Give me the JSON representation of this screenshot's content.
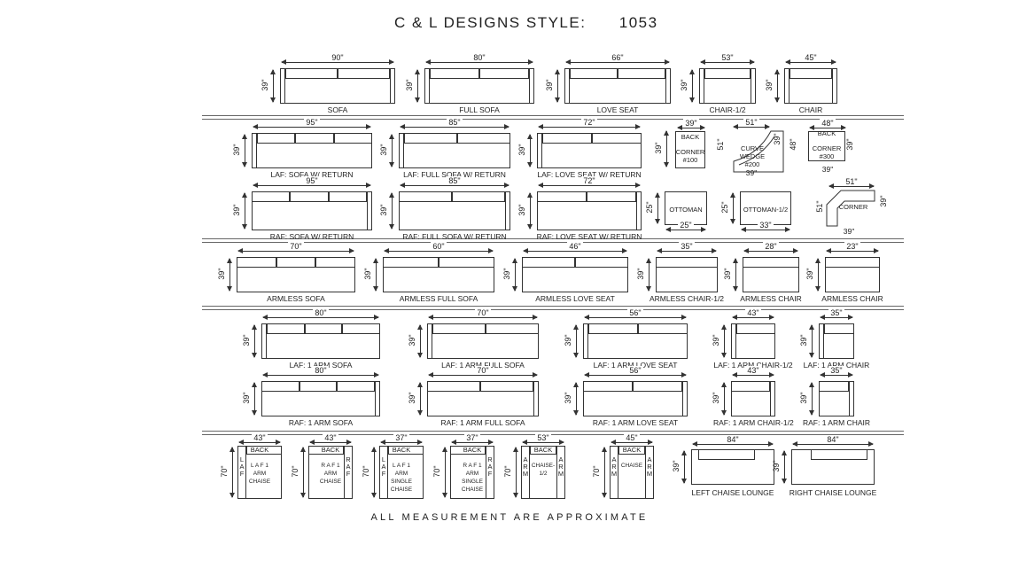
{
  "title": "C & L DESIGNS STYLE:      1053",
  "footer": "ALL MEASUREMENT ARE APPROXIMATE",
  "height_label": "39\"",
  "chaise_height_label": "70\"",
  "rows": [
    [
      {
        "name": "SOFA",
        "width": "90\"",
        "kind": "sofa2",
        "arms": "both"
      },
      {
        "name": "FULL SOFA",
        "width": "80\"",
        "kind": "sofa2",
        "arms": "both"
      },
      {
        "name": "LOVE SEAT",
        "width": "66\"",
        "kind": "sofa2",
        "arms": "both"
      },
      {
        "name": "CHAIR-1/2",
        "width": "53\"",
        "kind": "chair",
        "arms": "both"
      },
      {
        "name": "CHAIR",
        "width": "45\"",
        "kind": "chair",
        "arms": "both"
      }
    ],
    [
      {
        "name": "LAF: SOFA W/ RETURN",
        "width": "95\"",
        "kind": "sofa3",
        "arms": "left"
      },
      {
        "name": "LAF: FULL SOFA W/ RETURN",
        "width": "85\"",
        "kind": "sofa2",
        "arms": "left"
      },
      {
        "name": "LAF: LOVE SEAT W/ RETURN",
        "width": "72\"",
        "kind": "sofa2",
        "arms": "left"
      }
    ],
    [
      {
        "name": "RAF: SOFA W/ RETURN",
        "width": "95\"",
        "kind": "sofa3",
        "arms": "right"
      },
      {
        "name": "RAF: FULL SOFA W/ RETURN",
        "width": "85\"",
        "kind": "sofa2",
        "arms": "right"
      },
      {
        "name": "RAF: LOVE SEAT W/ RETURN",
        "width": "72\"",
        "kind": "sofa2",
        "arms": "right"
      }
    ],
    [
      {
        "name": "ARMLESS SOFA",
        "width": "70\"",
        "kind": "sofa3",
        "arms": "none"
      },
      {
        "name": "ARMLESS FULL SOFA",
        "width": "60\"",
        "kind": "sofa2",
        "arms": "none"
      },
      {
        "name": "ARMLESS LOVE SEAT",
        "width": "46\"",
        "kind": "sofa2",
        "arms": "none"
      },
      {
        "name": "ARMLESS CHAIR-1/2",
        "width": "35\"",
        "kind": "chair",
        "arms": "none"
      },
      {
        "name": "ARMLESS CHAIR",
        "width": "28\"",
        "kind": "chair",
        "arms": "none"
      },
      {
        "name": "ARMLESS CHAIR",
        "width": "23\"",
        "kind": "chair",
        "arms": "none"
      }
    ],
    [
      {
        "name": "LAF: 1 ARM SOFA",
        "width": "80\"",
        "kind": "sofa3",
        "arms": "left"
      },
      {
        "name": "LAF: 1 ARM FULL SOFA",
        "width": "70\"",
        "kind": "sofa2",
        "arms": "left"
      },
      {
        "name": "LAF: 1 ARM LOVE SEAT",
        "width": "56\"",
        "kind": "sofa2",
        "arms": "left"
      },
      {
        "name": "LAF: 1 ARM CHAIR-1/2",
        "width": "43\"",
        "kind": "chair",
        "arms": "left"
      },
      {
        "name": "LAF: 1 ARM CHAIR",
        "width": "35\"",
        "kind": "chair",
        "arms": "left"
      }
    ],
    [
      {
        "name": "RAF: 1 ARM SOFA",
        "width": "80\"",
        "kind": "sofa3",
        "arms": "right"
      },
      {
        "name": "RAF: 1 ARM FULL SOFA",
        "width": "70\"",
        "kind": "sofa2",
        "arms": "right"
      },
      {
        "name": "RAF: 1 ARM LOVE SEAT",
        "width": "56\"",
        "kind": "sofa2",
        "arms": "right"
      },
      {
        "name": "RAF: 1 ARM CHAIR-1/2",
        "width": "43\"",
        "kind": "chair",
        "arms": "right"
      },
      {
        "name": "RAF: 1 ARM CHAIR",
        "width": "35\"",
        "kind": "chair",
        "arms": "right"
      }
    ]
  ],
  "sectionals": [
    {
      "name": "BACK",
      "sub": "CORNER #100",
      "width": "39\"",
      "height": "39\""
    },
    {
      "name": "CURVE WEDGE #200",
      "width": "51\"",
      "left": "51\"",
      "right": "39\"",
      "bottom": "39\""
    },
    {
      "name": "BACK",
      "sub": "CORNER #300",
      "width": "48\"",
      "left": "48\"",
      "right": "39\"",
      "bottom": "39\""
    },
    {
      "name": "OTTOMAN",
      "width": "25\"",
      "height": "25\""
    },
    {
      "name": "OTTOMAN-1/2",
      "width": "33\"",
      "height": "25\""
    },
    {
      "name": "CORNER",
      "width": "51\"",
      "left": "51\"",
      "right": "39\"",
      "bottom": "39\""
    }
  ],
  "chaises": [
    {
      "label": "L A F 1 ARM CHAISE",
      "width": "43\"",
      "back": "BACK",
      "left_side": "L A F",
      "right_side": ""
    },
    {
      "label": "R A F 1 ARM CHAISE",
      "width": "43\"",
      "back": "BACK",
      "left_side": "",
      "right_side": "R A F"
    },
    {
      "label": "L A F 1 ARM SINGLE CHAISE",
      "width": "37\"",
      "back": "BACK",
      "left_side": "L A F",
      "right_side": ""
    },
    {
      "label": "R A F 1 ARM SINGLE CHAISE",
      "width": "37\"",
      "back": "BACK",
      "left_side": "",
      "right_side": "R A F"
    },
    {
      "label": "CHAISE-1/2",
      "width": "53\"",
      "back": "BACK",
      "left_side": "A R M",
      "right_side": "A R M"
    },
    {
      "label": "CHAISE",
      "width": "45\"",
      "back": "BACK",
      "left_side": "A R M",
      "right_side": "A R M"
    }
  ],
  "lounges": [
    {
      "name": "LEFT CHAISE LOUNGE",
      "width": "84\""
    },
    {
      "name": "RIGHT CHAISE LOUNGE",
      "width": "84\""
    }
  ]
}
